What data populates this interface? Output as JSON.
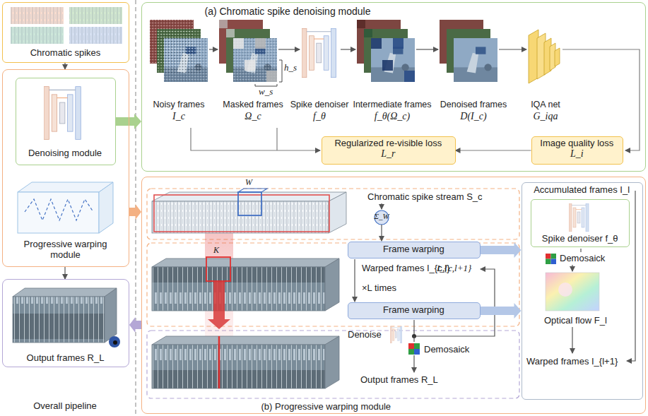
{
  "diagram": {
    "nodes": [
      {
        "text": [
          "Chromatic spikes"
        ]
      },
      {
        "text": [
          "Progressive warping module"
        ]
      },
      {
        "text": [
          "Denoising module"
        ],
        "in": 1
      },
      {
        "text": [
          "Output frames R_L"
        ]
      },
      {
        "text": [
          "(a) Chromatic spike denoising module"
        ]
      },
      {
        "text": [
          "Regularized re-visible loss",
          "L_r"
        ],
        "in": 4
      },
      {
        "text": [
          "Image quality loss",
          "L_i"
        ],
        "in": 4
      },
      {
        "text": [
          "(b) Progressive warping module"
        ]
      },
      {
        "text": [
          "Frame warping"
        ],
        "in": 7
      },
      {
        "text": [
          "Frame warping"
        ],
        "in": 7
      },
      {
        "text": [
          "Accumulated frames I_l"
        ],
        "in": 7
      },
      {
        "text": [
          "Spike denoiser f_θ"
        ],
        "in": 10
      }
    ],
    "edges": [
      {
        "from": 0,
        "to": 1,
        "arrow": "to"
      },
      {
        "from": 1,
        "to": 3,
        "arrow": "to"
      },
      {
        "from": 2,
        "to": 4,
        "arrow": "to"
      },
      {
        "from": 1,
        "to": 7,
        "arrow": "to"
      },
      {
        "from": 7,
        "to": 3,
        "arrow": "to"
      },
      {
        "from": 8,
        "to": 10,
        "arrow": "to"
      },
      {
        "from": 9,
        "to": 10,
        "arrow": "to"
      },
      {
        "from": 6,
        "to": 5,
        "arrow": "to"
      }
    ],
    "labels": [
      "h_s",
      "w_s",
      "Noisy frames",
      "I_c",
      "Masked frames",
      "Ω_c",
      "Spike denoiser",
      "f_θ",
      "Intermediate frames",
      "f_θ(Ω_c)",
      "Denoised frames",
      "D(I_c)",
      "IQA net",
      "G_iqa",
      "W",
      "K",
      "Chromatic spike stream S_c",
      "Σ_W",
      "Warped frames I_{c,l}",
      "×L times",
      "I_{c,l+1}",
      "Denoise",
      "Demosaick",
      "Output frames R_L",
      "Demosaick",
      "Optical flow F_l",
      "Warped frames I_{l+1}",
      "Overall pipeline"
    ]
  }
}
